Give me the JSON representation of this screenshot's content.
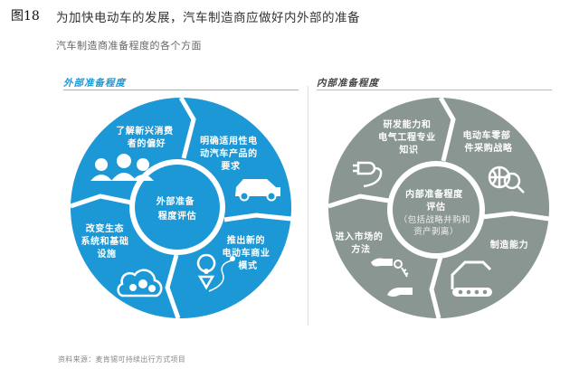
{
  "figure": {
    "number": "图18",
    "title": "为加快电动车的发展，汽车制造商应做好内外部的准备",
    "subtitle": "汽车制造商准备程度的各个方面"
  },
  "external": {
    "heading": "外部准备程度",
    "color": "#1c98d6",
    "center": [
      "外部准备",
      "程度评估"
    ],
    "segments": [
      {
        "lines": [
          "了解新兴消费",
          "者的偏好"
        ],
        "icon": "people-group-icon"
      },
      {
        "lines": [
          "明确适用性电",
          "动汽车产品的",
          "要求"
        ],
        "icon": "car-icon"
      },
      {
        "lines": [
          "推出新的",
          "电动车商业",
          "模式"
        ],
        "icon": "map-pin-route-icon"
      },
      {
        "lines": [
          "改变生态",
          "系统和基础",
          "设施"
        ],
        "icon": "cloud-gears-icon"
      }
    ]
  },
  "internal": {
    "heading": "内部准备程度",
    "color": "#8a9691",
    "center": [
      "内部准备程度",
      "评估"
    ],
    "center_sub": [
      "（包括战略并购和",
      "资产剥离）"
    ],
    "segments": [
      {
        "lines": [
          "研发能力和",
          "电气工程专业",
          "知识"
        ],
        "icon": "plug-icon"
      },
      {
        "lines": [
          "电动车零部",
          "件采购战略"
        ],
        "icon": "globe-magnifier-icon"
      },
      {
        "lines": [
          "制造能力"
        ],
        "icon": "robot-arm-conveyor-icon"
      },
      {
        "lines": [
          "进入市场的",
          "方法"
        ],
        "icon": "hand-keys-icon"
      }
    ]
  },
  "source": "资料来源：麦肯锡可持续出行方式项目"
}
